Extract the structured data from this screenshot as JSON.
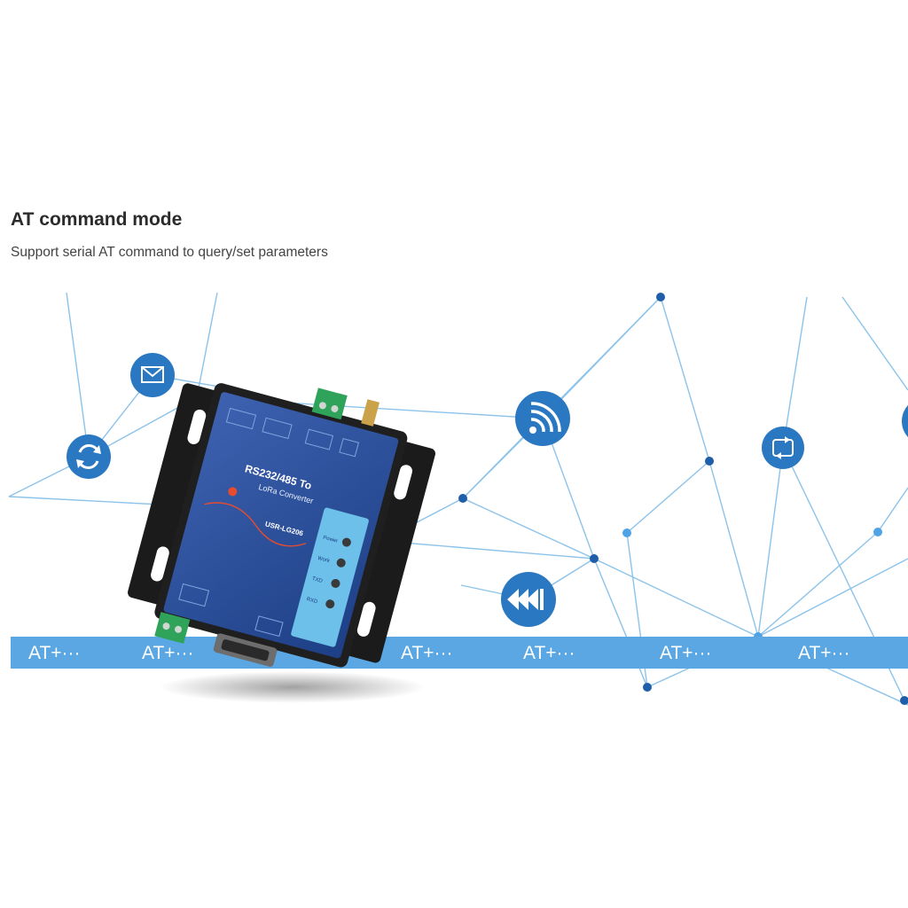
{
  "heading": "AT command mode",
  "subheading": "Support serial AT command to query/set parameters",
  "at_labels": [
    "AT+···",
    "AT+···",
    "AT+···",
    "AT+···",
    "AT+···",
    "AT+···"
  ],
  "device": {
    "title_line1": "RS232/485 To",
    "title_line2": "LoRa Converter",
    "model": "USR-LG206",
    "leds": [
      "Power",
      "Work",
      "TXD",
      "RXD"
    ]
  },
  "icons": [
    "mail-icon",
    "refresh-icon",
    "wifi-icon",
    "sync-icon",
    "rewind-icon"
  ],
  "colors": {
    "accent": "#3d82c4",
    "band": "#5aa7e3",
    "line": "#8cc3ea",
    "node": "#1f5ea8"
  }
}
